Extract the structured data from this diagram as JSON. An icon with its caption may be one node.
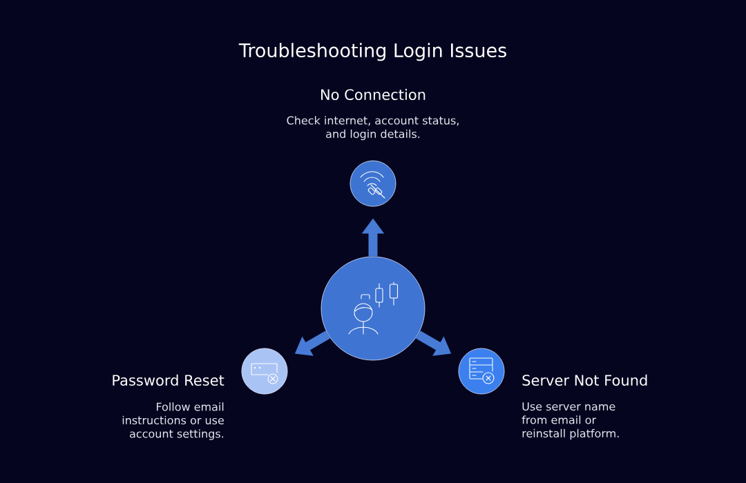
{
  "diagram": {
    "title": "Troubleshooting Login Issues",
    "nodes": [
      {
        "text": [],
        "shape": "circle"
      },
      {
        "text": [
          "No Connection",
          "Check internet, account status, and login details."
        ]
      },
      {
        "text": [
          "Password Reset",
          "Follow email instructions or use account settings."
        ]
      },
      {
        "text": [
          "Server Not Found",
          "Use server name from email or reinstall platform."
        ]
      }
    ],
    "edges": [
      {
        "from": 0,
        "to": 1,
        "arrow": "to"
      },
      {
        "from": 0,
        "to": 2,
        "arrow": "to"
      },
      {
        "from": 0,
        "to": 3,
        "arrow": "to"
      }
    ]
  }
}
